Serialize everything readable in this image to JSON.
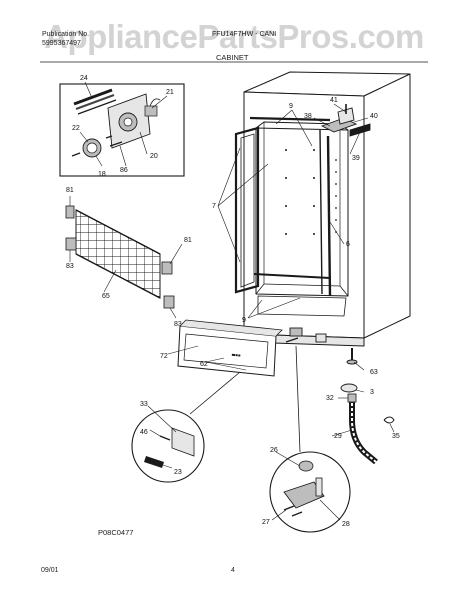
{
  "watermark": "AppliancePartsPros.com",
  "header": {
    "pub_label": "Publication No.",
    "pub_number": "5995367497",
    "model": "FFU14F7HW - CANI",
    "section_title": "CABINET"
  },
  "diagram_code": "P08C0477",
  "footer": {
    "date": "09/01",
    "page": "4"
  },
  "callouts": [
    "24",
    "21",
    "22",
    "20",
    "18",
    "86",
    "9",
    "41",
    "38",
    "40",
    "39",
    "7",
    "6",
    "81",
    "83",
    "65",
    "81",
    "83",
    "9",
    "72",
    "62",
    "63",
    "3",
    "32",
    "33",
    "46",
    "23",
    "29",
    "35",
    "26",
    "27",
    "28"
  ],
  "colors": {
    "line": "#1a1a1a",
    "shade": "#bdbdbd",
    "light": "#e6e6e6"
  }
}
